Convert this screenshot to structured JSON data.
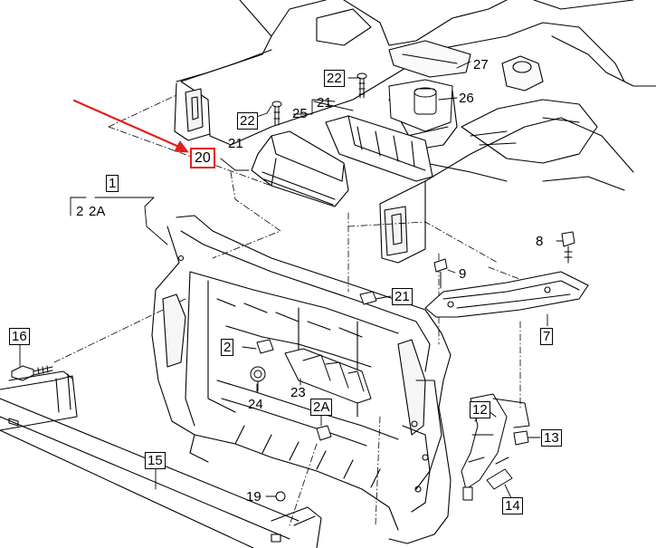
{
  "diagram": {
    "highlight_color": "#e0201e",
    "highlighted_part": "20",
    "callouts": {
      "p1": "1",
      "p2a_left": "2A",
      "p2_left": "2",
      "p2": "2",
      "p2a": "2A",
      "p7": "7",
      "p8": "8",
      "p9": "9",
      "p12": "12",
      "p13": "13",
      "p14": "14",
      "p15": "15",
      "p16": "16",
      "p19": "19",
      "p20": "20",
      "p21_a": "21",
      "p21_b": "21",
      "p21_c": "21",
      "p22_a": "22",
      "p22_b": "22",
      "p23": "23",
      "p24": "24",
      "p25": "25",
      "p26": "26",
      "p27": "27"
    }
  }
}
